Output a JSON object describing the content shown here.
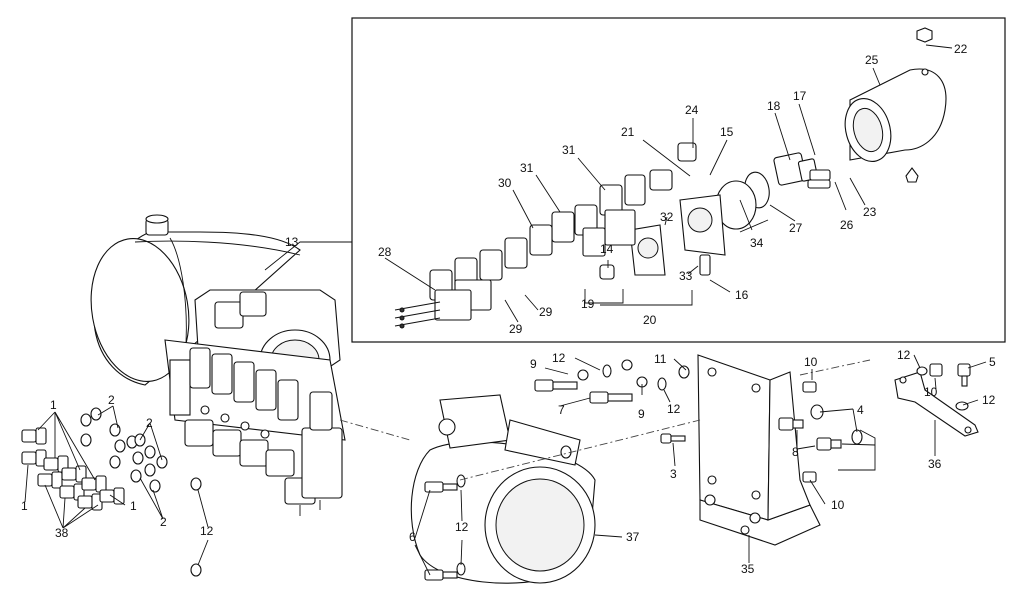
{
  "labels": [
    {
      "text": "22"
    },
    {
      "text": "25"
    },
    {
      "text": "24"
    },
    {
      "text": "18"
    },
    {
      "text": "17"
    },
    {
      "text": "21"
    },
    {
      "text": "15"
    },
    {
      "text": "31"
    },
    {
      "text": "31"
    },
    {
      "text": "30"
    },
    {
      "text": "32"
    },
    {
      "text": "34"
    },
    {
      "text": "27"
    },
    {
      "text": "26"
    },
    {
      "text": "23"
    },
    {
      "text": "28"
    },
    {
      "text": "14"
    },
    {
      "text": "33"
    },
    {
      "text": "16"
    },
    {
      "text": "19"
    },
    {
      "text": "20"
    },
    {
      "text": "29"
    },
    {
      "text": "29"
    },
    {
      "text": "13"
    },
    {
      "text": "12"
    },
    {
      "text": "9"
    },
    {
      "text": "11"
    },
    {
      "text": "7"
    },
    {
      "text": "9"
    },
    {
      "text": "12"
    },
    {
      "text": "10"
    },
    {
      "text": "12"
    },
    {
      "text": "5"
    },
    {
      "text": "10"
    },
    {
      "text": "12"
    },
    {
      "text": "4"
    },
    {
      "text": "8"
    },
    {
      "text": "3"
    },
    {
      "text": "36"
    },
    {
      "text": "10"
    },
    {
      "text": "1"
    },
    {
      "text": "2"
    },
    {
      "text": "2"
    },
    {
      "text": "1"
    },
    {
      "text": "1"
    },
    {
      "text": "2"
    },
    {
      "text": "38"
    },
    {
      "text": "12"
    },
    {
      "text": "6"
    },
    {
      "text": "12"
    },
    {
      "text": "37"
    },
    {
      "text": "35"
    }
  ]
}
